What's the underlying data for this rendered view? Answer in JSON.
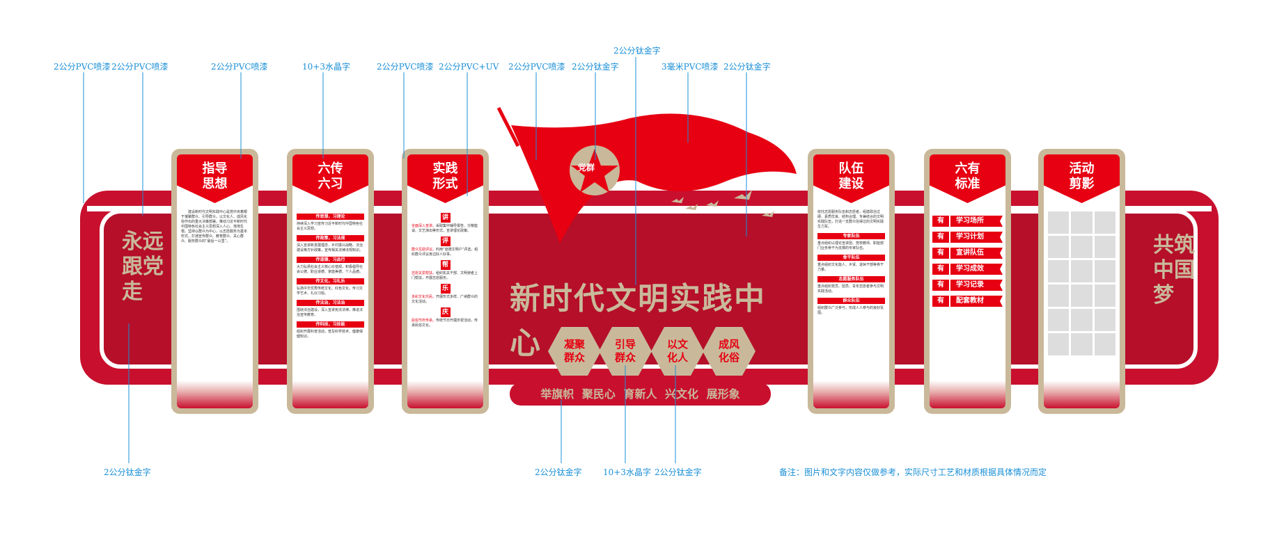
{
  "annotations_top": [
    "2公分PVC喷漆",
    "2公分PVC喷漆",
    "2公分PVC喷漆",
    "10+3水晶字",
    "2公分PVC喷漆",
    "2公分PVC+UV",
    "2公分PVC喷漆",
    "2公分钛金字",
    "2公分钛金字",
    "3毫米PVC喷漆",
    "2公分钛金字"
  ],
  "annotations_bottom": [
    "2公分钛金字",
    "2公分钛金字",
    "10+3水晶字",
    "2公分钛金字"
  ],
  "note": "备注：图片和文字内容仅做参考，实际尺寸工艺和材质根据具体情况而定",
  "left_slogan": "永远跟党走",
  "right_slogan": "共筑中国梦",
  "flag_emblem": "党群",
  "center_title": "新时代文明实践中心",
  "hexagons": [
    {
      "l1": "凝聚",
      "l2": "群众"
    },
    {
      "l1": "引导",
      "l2": "群众"
    },
    {
      "l1": "以文",
      "l2": "化人"
    },
    {
      "l1": "成风",
      "l2": "化俗"
    }
  ],
  "slogan_bar": "举旗帜 聚民心 育新人 兴文化 展形象",
  "panels": {
    "p1": {
      "t1": "指导",
      "t2": "思想",
      "text": "建设新时代文明实践中心是党中央着眼于凝聚群众、引导群众，以文化人、成风化俗作出的重大决策部署。推动习近平新时代中国特色社会主义思想深入人心、落地生根。坚持以群众为中心，以志愿服务为基本形式，打通宣传群众、教育群众、关心群众、服务群众的“最后一公里”。"
    },
    "p2": {
      "t1": "六传",
      "t2": "六习",
      "sections": [
        {
          "h": "传思想，习理论",
          "text": "持续深入学习宣传习近平新时代中国特色社会主义思想。"
        },
        {
          "h": "传政策，习法规",
          "text": "深入宣讲新发展理念、乡村振兴战略、法治建设等方针政策，宣传相关法律法规知识。"
        },
        {
          "h": "传道德，习品行",
          "text": "大力弘扬社会主义核心价值观，积极倡导社会公德、职业道德、家庭美德、个人品德。"
        },
        {
          "h": "传文化，习礼乐",
          "text": "弘扬中华优秀传统文化、红色文化，传习文学艺术、礼仪习俗。"
        },
        {
          "h": "传法治，习法治",
          "text": "围绕法治建设，深入宣讲宪法法律，推进法治宣传教育。"
        },
        {
          "h": "传科技，习技能",
          "text": "组织开展科普活动，普及科学技术、健康保健知识。"
        }
      ]
    },
    "p3": {
      "t1": "实践",
      "t2": "形式",
      "sections": [
        {
          "h": "讲",
          "lead": "全面深入宣讲。",
          "text": "采取集中辅导报告、分散座谈、文艺演出等形式，宣讲理论政策。"
        },
        {
          "h": "评",
          "lead": "群众互助评议。",
          "text": "利用“道德文明户”评选，组织群众评议身边好人好事。"
        },
        {
          "h": "帮",
          "lead": "志愿关爱帮扶。",
          "text": "组织机关干部、文明使者上门帮扶，开展志愿服务。"
        },
        {
          "h": "乐",
          "lead": "多彩文化乐民。",
          "text": "开展形式多样、广纳群众的文化活动。"
        },
        {
          "h": "庆",
          "lead": "民俗节庆传承。",
          "text": "传统节日开展庆祝活动，传承民俗文化。"
        }
      ]
    },
    "p4": {
      "t1": "队伍",
      "t2": "建设",
      "intro": "依托志愿服务队伍和志愿者，组建政治过硬、素质优良、结构合理、专兼结合的文明实践队伍，打造一支群众信得过的文明实践生力军。",
      "sections": [
        {
          "h": "专家队伍",
          "text": "重点组织以理论宣讲团、党校教师、职能部门业务骨干为支撑的专家队伍。"
        },
        {
          "h": "骨干队伍",
          "text": "重点组织文化能人、乡贤、退休干部等骨干力量。"
        },
        {
          "h": "志愿服务队伍",
          "text": "重点组织党员、团员、青年志愿者参与文明实践活动。"
        },
        {
          "h": "群众队伍",
          "text": "组织群众广泛参与，形成人人参与的良好氛围。"
        }
      ]
    },
    "p5": {
      "t1": "六有",
      "t2": "标准",
      "prefix": "有",
      "items": [
        "学习场所",
        "学习计划",
        "宣讲队伍",
        "学习成效",
        "学习记录",
        "配套教材"
      ]
    },
    "p6": {
      "t1": "活动",
      "t2": "剪影"
    }
  }
}
